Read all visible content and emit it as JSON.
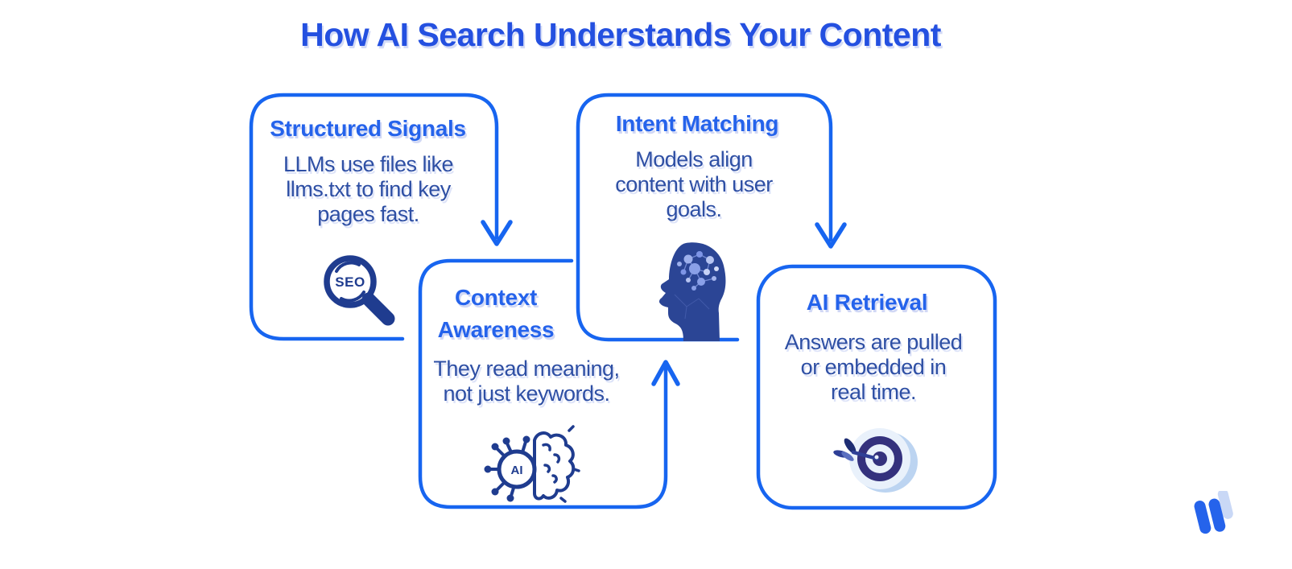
{
  "title": "How AI Search Understands Your Content",
  "colors": {
    "title_blue": "#2450e0",
    "heading_blue": "#2563eb",
    "body_blue": "#2e4fa4",
    "border_arrow_blue": "#1765f0",
    "icon_navy": "#1f3c8f",
    "head_silhouette_navy": "#2b4595",
    "target_indigo": "#34317d",
    "logo_blue": "#2563eb",
    "logo_light_blue": "#c9d8f6"
  },
  "cards": [
    {
      "title": "Structured Signals",
      "lines": [
        "LLMs use files like",
        "llms.txt to find key",
        "pages fast."
      ],
      "icon": "seo-magnifier-icon",
      "icon_label": "SEO"
    },
    {
      "title": "Context Awareness",
      "lines": [
        "They read meaning,",
        "not just keywords."
      ],
      "icon": "ai-brain-icon",
      "icon_label": "AI"
    },
    {
      "title": "Intent Matching",
      "lines": [
        "Models align",
        "content with user",
        "goals."
      ],
      "icon": "head-neural-icon"
    },
    {
      "title": "AI Retrieval",
      "lines": [
        "Answers are pulled",
        "or embedded in",
        "real time."
      ],
      "icon": "target-dart-icon"
    }
  ],
  "arrows": [
    {
      "name": "arrow-structured-to-context",
      "direction": "down"
    },
    {
      "name": "arrow-context-to-intent",
      "direction": "up"
    },
    {
      "name": "arrow-intent-to-retrieval",
      "direction": "down"
    }
  ],
  "logo": {
    "name": "brand-logo-w"
  }
}
